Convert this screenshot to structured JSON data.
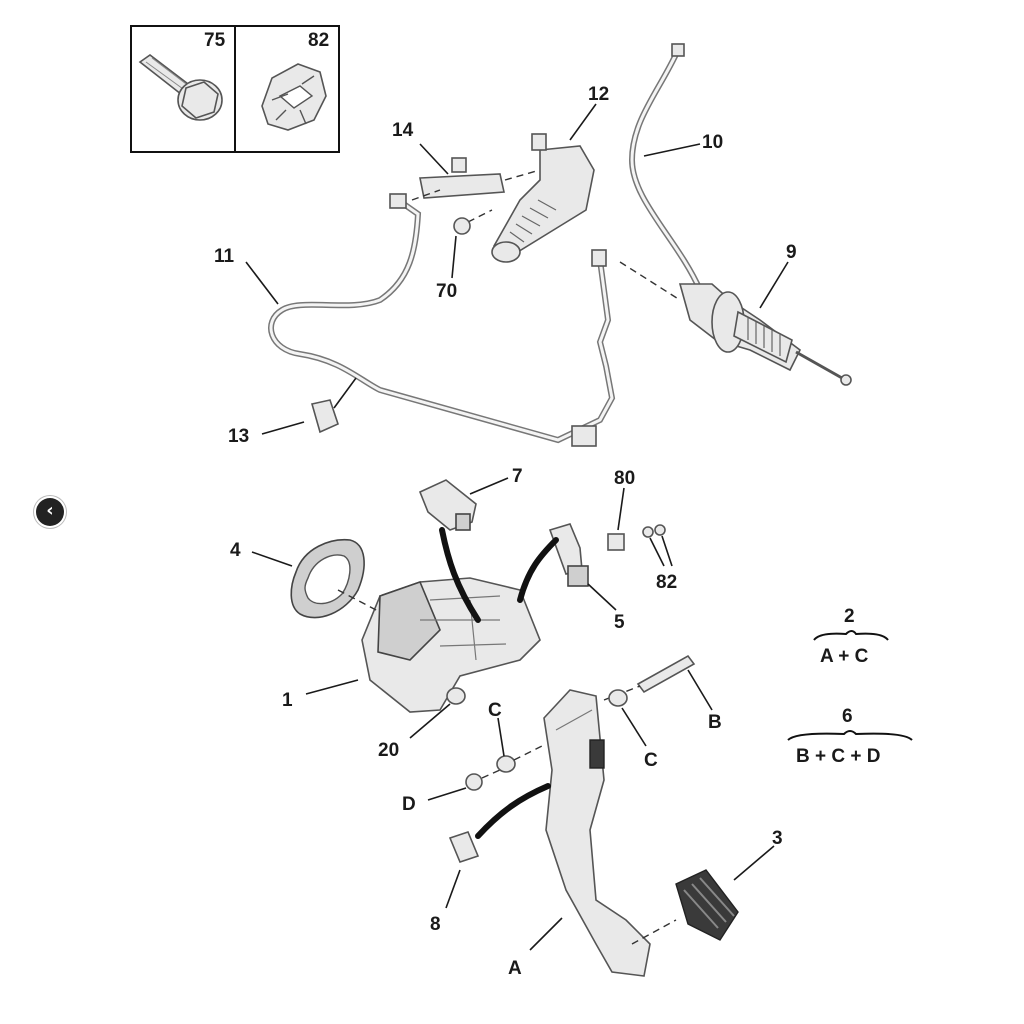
{
  "inset": {
    "box_left_label": "75",
    "box_right_label": "82"
  },
  "labels": {
    "l1": "1",
    "l3": "3",
    "l4": "4",
    "l5": "5",
    "l7": "7",
    "l8": "8",
    "l9": "9",
    "l10": "10",
    "l11": "11",
    "l12": "12",
    "l13": "13",
    "l14": "14",
    "l20": "20",
    "l70": "70",
    "l80": "80",
    "l82": "82",
    "lA": "A",
    "lB": "B",
    "lC1": "C",
    "lC2": "C",
    "lD": "D"
  },
  "legend": {
    "kit2_number": "2",
    "kit2_contents": "A + C",
    "kit6_number": "6",
    "kit6_contents": "B + C + D"
  },
  "nav": {
    "back_icon": "chevron-left-icon",
    "back_glyph": "‹"
  }
}
